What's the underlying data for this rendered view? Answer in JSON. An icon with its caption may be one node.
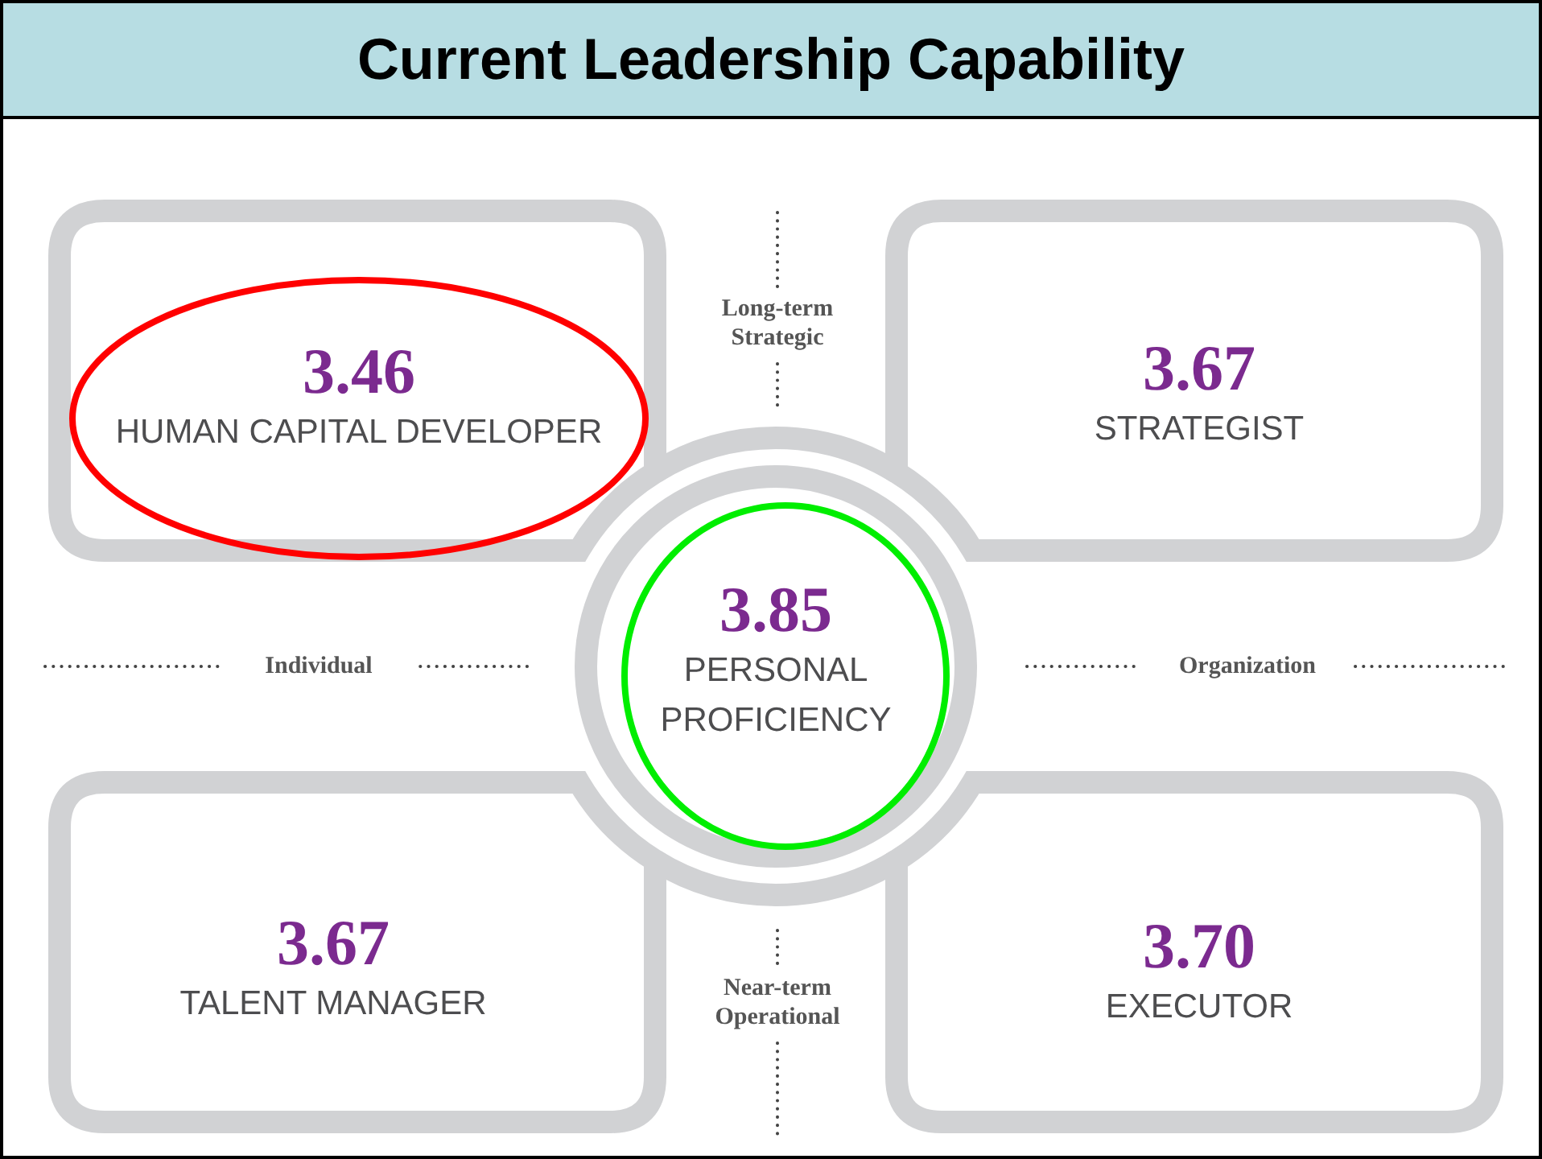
{
  "diagram": {
    "title": "Current Leadership Capability",
    "nodes": [
      {
        "text": [
          "3.46",
          "HUMAN CAPITAL DEVELOPER"
        ]
      },
      {
        "text": [
          "3.67",
          "STRATEGIST"
        ]
      },
      {
        "text": [
          "3.85",
          "PERSONAL PROFICIENCY"
        ]
      },
      {
        "text": [
          "3.67",
          "TALENT MANAGER"
        ]
      },
      {
        "text": [
          "3.70",
          "EXECUTOR"
        ]
      }
    ],
    "labels": [
      "Long-term Strategic",
      "Individual",
      "Organization",
      "Near-term Operational"
    ]
  }
}
